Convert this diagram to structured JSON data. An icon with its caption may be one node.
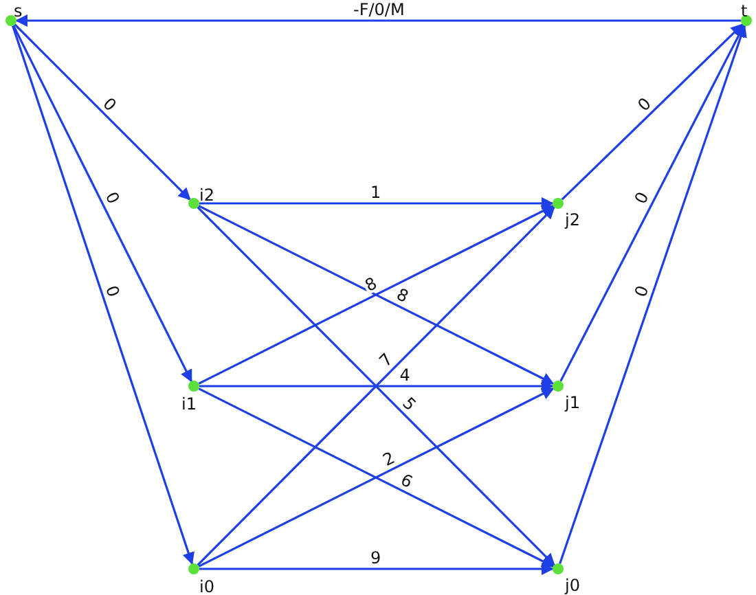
{
  "diagram": {
    "nodes": [
      {
        "text": [
          "s"
        ]
      },
      {
        "text": [
          "t"
        ]
      },
      {
        "text": [
          "i2"
        ]
      },
      {
        "text": [
          "j2"
        ]
      },
      {
        "text": [
          "i1"
        ]
      },
      {
        "text": [
          "j1"
        ]
      },
      {
        "text": [
          "i0"
        ]
      },
      {
        "text": [
          "j0"
        ]
      }
    ],
    "edges": [
      {
        "from": 1,
        "to": 0,
        "arrow": "to",
        "label": "-F/0/M"
      },
      {
        "from": 0,
        "to": 2,
        "arrow": "to",
        "label": "0"
      },
      {
        "from": 0,
        "to": 4,
        "arrow": "to",
        "label": "0"
      },
      {
        "from": 0,
        "to": 6,
        "arrow": "to",
        "label": "0"
      },
      {
        "from": 3,
        "to": 1,
        "arrow": "to",
        "label": "0"
      },
      {
        "from": 5,
        "to": 1,
        "arrow": "to",
        "label": "0"
      },
      {
        "from": 7,
        "to": 1,
        "arrow": "to",
        "label": "0"
      },
      {
        "from": 2,
        "to": 3,
        "arrow": "to",
        "label": "1"
      },
      {
        "from": 2,
        "to": 5,
        "arrow": "to",
        "label": "8"
      },
      {
        "from": 2,
        "to": 7,
        "arrow": "to",
        "label": "5"
      },
      {
        "from": 4,
        "to": 3,
        "arrow": "to",
        "label": "8"
      },
      {
        "from": 4,
        "to": 5,
        "arrow": "to",
        "label": "4"
      },
      {
        "from": 4,
        "to": 7,
        "arrow": "to",
        "label": "6"
      },
      {
        "from": 6,
        "to": 3,
        "arrow": "to",
        "label": "7"
      },
      {
        "from": 6,
        "to": 5,
        "arrow": "to",
        "label": "2"
      },
      {
        "from": 6,
        "to": 7,
        "arrow": "to",
        "label": "9"
      }
    ]
  }
}
